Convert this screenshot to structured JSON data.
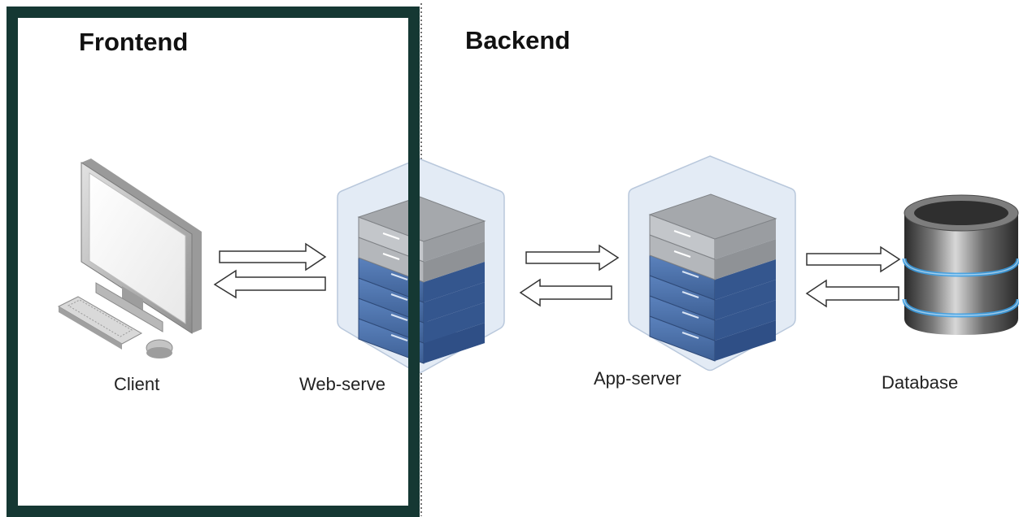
{
  "diagram": {
    "frontend_label": "Frontend",
    "backend_label": "Backend",
    "nodes": {
      "client": "Client",
      "web_server": "Web-serve",
      "app_server": "App-server",
      "database": "Database"
    }
  },
  "colors": {
    "frontend_frame": "#153833",
    "server_shield": "#e4ecf5",
    "server_gray": "#a9acb1",
    "server_blue": "#4c6fa5",
    "database_glow": "#3aa0e8"
  }
}
